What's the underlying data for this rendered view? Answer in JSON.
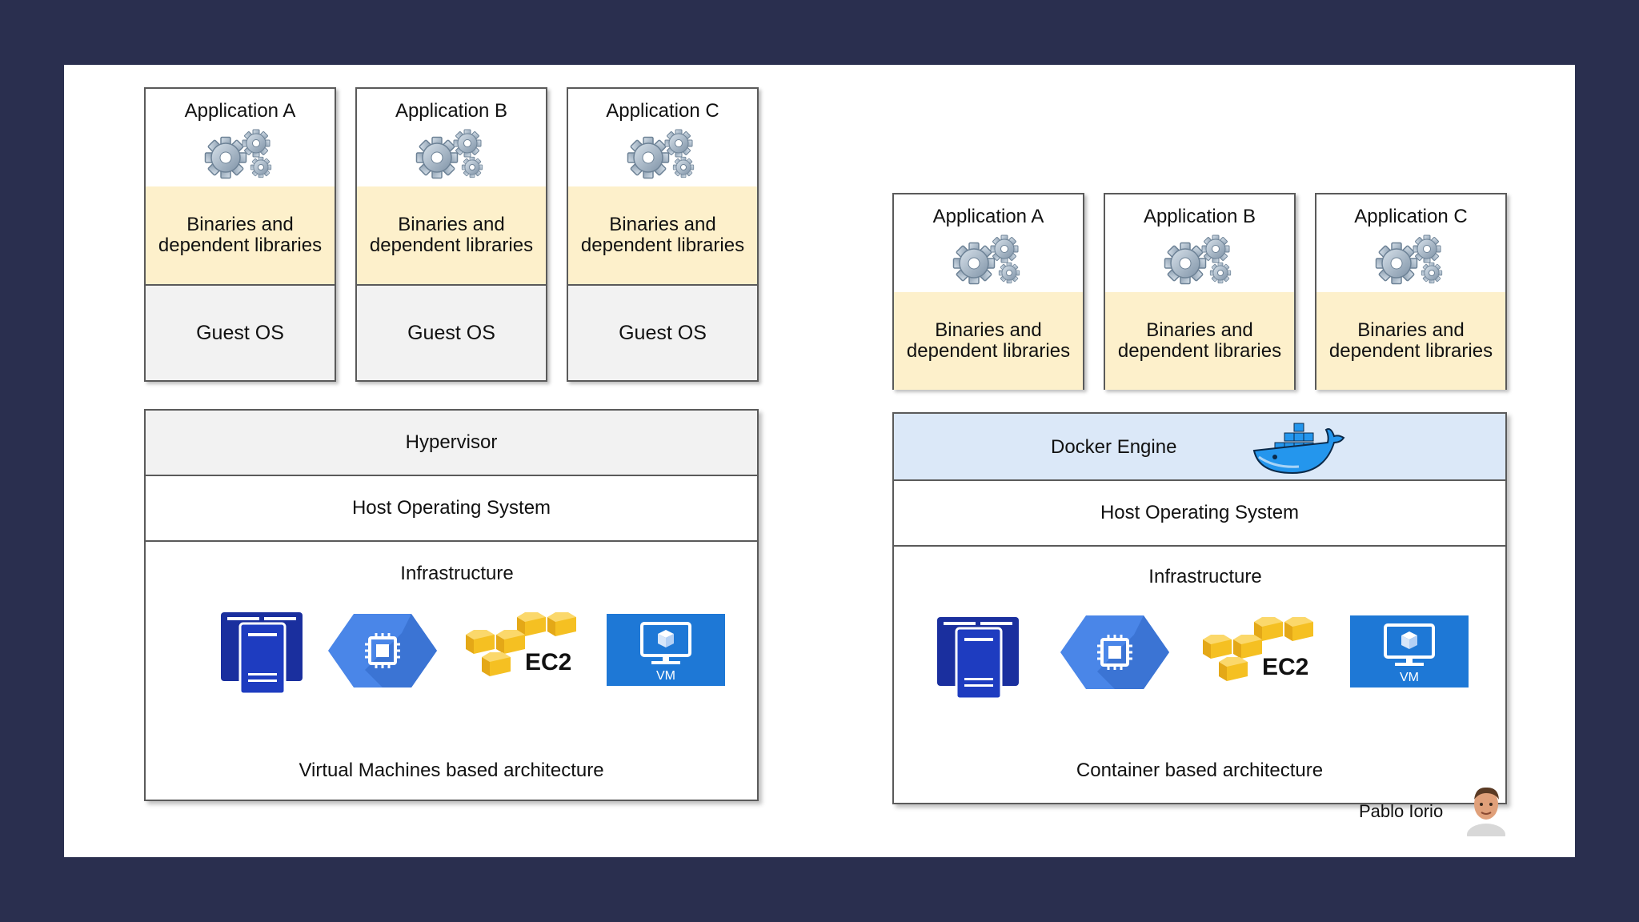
{
  "vm": {
    "apps": [
      {
        "title": "Application A",
        "binaries": "Binaries and dependent libraries",
        "guest_os": "Guest OS"
      },
      {
        "title": "Application B",
        "binaries": "Binaries and dependent libraries",
        "guest_os": "Guest OS"
      },
      {
        "title": "Application C",
        "binaries": "Binaries and dependent libraries",
        "guest_os": "Guest OS"
      }
    ],
    "hypervisor": "Hypervisor",
    "host_os": "Host Operating System",
    "infrastructure": "Infrastructure",
    "caption": "Virtual Machines based architecture"
  },
  "container": {
    "apps": [
      {
        "title": "Application A",
        "binaries": "Binaries and dependent libraries"
      },
      {
        "title": "Application B",
        "binaries": "Binaries and dependent libraries"
      },
      {
        "title": "Application C",
        "binaries": "Binaries and dependent libraries"
      }
    ],
    "engine": "Docker Engine",
    "host_os": "Host Operating System",
    "infrastructure": "Infrastructure",
    "caption": "Container based architecture"
  },
  "icons": {
    "ec2_label": "EC2",
    "vm_label": "VM",
    "server": "server-icon",
    "compute": "compute-engine-icon",
    "ec2": "aws-ec2-icon",
    "vm": "virtual-machine-icon",
    "docker": "docker-whale-icon",
    "gears": "gears-icon"
  },
  "author": "Pablo Iorio",
  "colors": {
    "background": "#2a2f4f",
    "binaries_fill": "#fdf0cb",
    "guest_os_fill": "#f2f2f2",
    "hypervisor_fill": "#f2f2f2",
    "docker_engine_fill": "#dbe8f8",
    "server_blue": "#1a2f9e",
    "compute_blue": "#4a86e8",
    "ec2_yellow": "#f5c022",
    "vm_blue": "#1e78d6"
  }
}
